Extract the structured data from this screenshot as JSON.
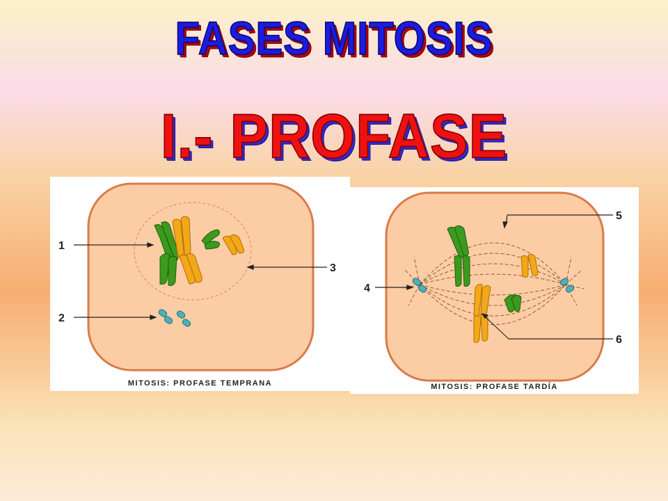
{
  "title": "FASES MITOSIS",
  "subtitle": "I.- PROFASE",
  "left_panel": {
    "caption": "MITOSIS: PROFASE TEMPRANA",
    "labels": [
      "1",
      "2",
      "3"
    ]
  },
  "right_panel": {
    "caption": "MITOSIS: PROFASE TARDÍA",
    "labels": [
      "4",
      "5",
      "6"
    ]
  },
  "colors": {
    "cell_fill": "#fccda4",
    "cell_border": "#d97a4a",
    "chromosome_green": "#3c9a1e",
    "chromosome_orange": "#f2a818",
    "centrosome": "#4fb0b8"
  }
}
